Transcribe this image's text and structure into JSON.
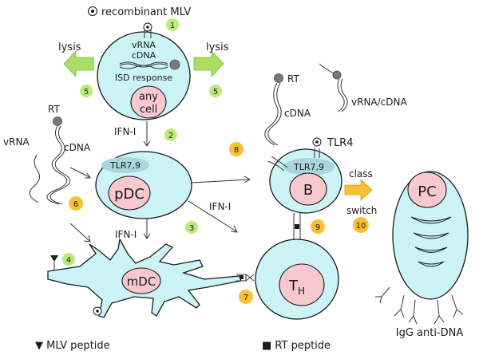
{
  "labels": {
    "recombinant_mlv": "recombinant MLV",
    "lysis_left": "lysis",
    "lysis_right": "lysis",
    "vrna_top": "vRNA",
    "cdna_top": "cDNA",
    "isd_response": "ISD response",
    "any": "any",
    "cell": "cell",
    "ifn_top": "IFN-I",
    "rt_left": "RT",
    "vrna_left": "vRNA",
    "cdna_left": "cDNA",
    "tlr_pdc": "TLR7,9",
    "pdc": "pDC",
    "ifn_right": "IFN-I",
    "ifn_bottom": "IFN-I",
    "mdc": "mDC",
    "rt_right": "RT",
    "cdna_right": "cDNA",
    "vrna_cdna_right": "vRNA/cDNA",
    "tlr4": "TLR4",
    "tlr_b": "TLR7,9",
    "b": "B",
    "class": "class",
    "switch": "switch",
    "pc": "PC",
    "th": "T",
    "th_sub": "H",
    "igg": "IgG anti-DNA",
    "legend_mlv": "▼ MLV peptide",
    "legend_rt": "■ RT peptide"
  },
  "badges": [
    "1",
    "2",
    "3",
    "4",
    "5",
    "5",
    "6",
    "7",
    "8",
    "9",
    "10"
  ],
  "colors": {
    "cell_fill": "#ccf3f6",
    "nucleus_fill": "#f7c9cf",
    "green_badge": "#b9ec7a",
    "orange_badge": "#f9c033",
    "arrow_green": "#a8e063",
    "arrow_orange": "#f9c033"
  }
}
